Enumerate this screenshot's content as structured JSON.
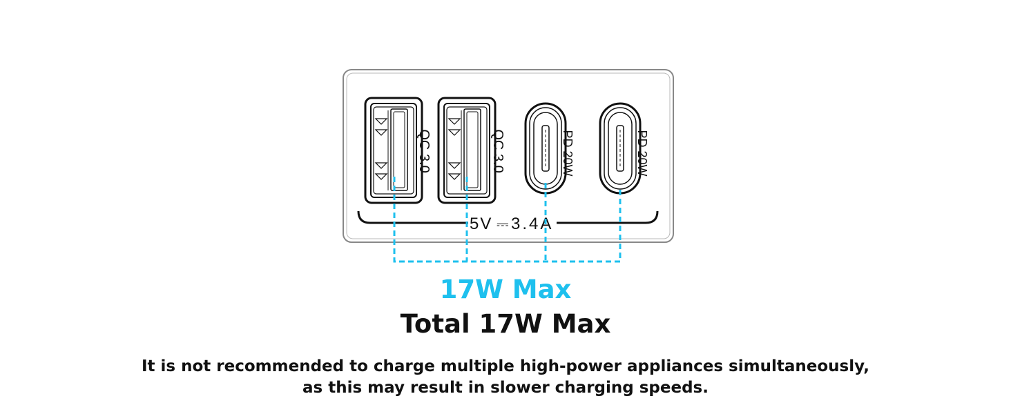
{
  "ports": [
    {
      "type": "usb-a",
      "label": "QC 3.0"
    },
    {
      "type": "usb-a",
      "label": "QC 3.0"
    },
    {
      "type": "usb-c",
      "label": "PD 20W"
    },
    {
      "type": "usb-c",
      "label": "PD 20W"
    }
  ],
  "rating": {
    "left": "5V",
    "symbol": "⎓",
    "right": "3.4A"
  },
  "budget": "17W Max",
  "total": "Total 17W Max",
  "note": {
    "line1": "It is not recommended to charge multiple high-power appliances simultaneously,",
    "line2": "as this may result in slower charging speeds."
  },
  "colors": {
    "accent": "#1ec0ee",
    "outline": "#111111",
    "panel": "#888888",
    "text": "#111111"
  }
}
